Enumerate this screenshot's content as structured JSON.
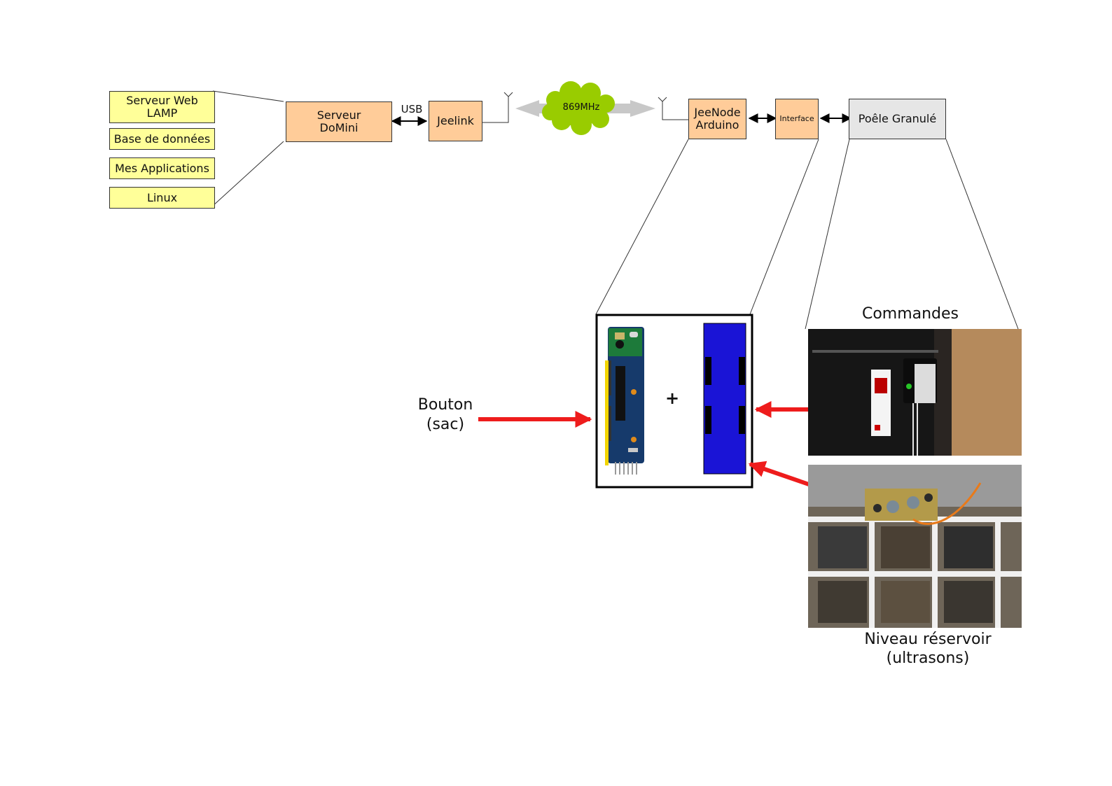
{
  "left_stack": {
    "items": [
      "Serveur Web\nLAMP",
      "Base de données",
      "Mes Applications",
      "Linux"
    ]
  },
  "server": {
    "label": "Serveur\nDoMini"
  },
  "usb": {
    "label": "USB"
  },
  "jeelink": {
    "label": "Jeelink"
  },
  "radio": {
    "label": "869MHz",
    "cloud_color": "#99cc00"
  },
  "jeenode": {
    "label": "JeeNode\nArduino"
  },
  "interface": {
    "label": "Interface"
  },
  "stove": {
    "label": "Poêle Granulé"
  },
  "bouton": {
    "label": "Bouton\n(sac)"
  },
  "plus": {
    "label": "+"
  },
  "commandes": {
    "label": "Commandes"
  },
  "niveau": {
    "label": "Niveau réservoir\n(ultrasons)"
  },
  "colors": {
    "arrow_red": "#ee1c1c",
    "module_blue": "#1a14d6"
  }
}
